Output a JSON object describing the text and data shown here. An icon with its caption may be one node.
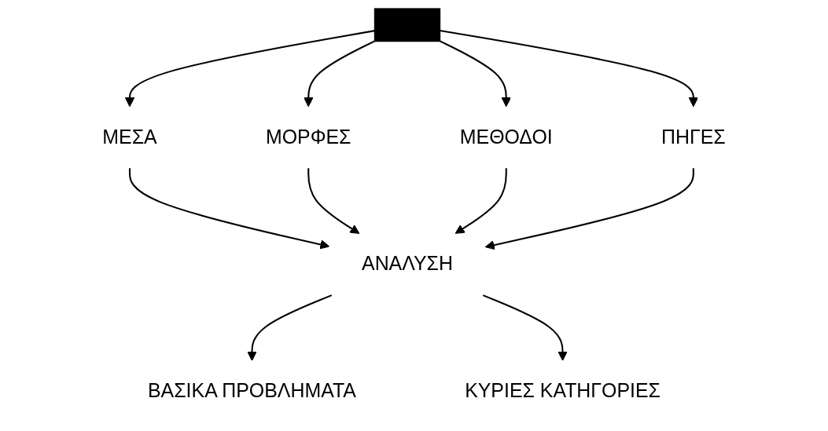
{
  "diagram": {
    "nodes": [
      {
        "text": [],
        "shape": "bar"
      },
      {
        "text": [
          "ΜΕΣΑ"
        ]
      },
      {
        "text": [
          "ΜΟΡΦΕΣ"
        ]
      },
      {
        "text": [
          "ΜΕΘΟΔΟΙ"
        ]
      },
      {
        "text": [
          "ΠΗΓΕΣ"
        ]
      },
      {
        "text": [
          "ΑΝΑΛΥΣΗ"
        ]
      },
      {
        "text": [
          "ΒΑΣΙΚΑ ΠΡΟΒΛΗΜΑΤΑ"
        ]
      },
      {
        "text": [
          "ΚΥΡΙΕΣ ΚΑΤΗΓΟΡΙΕΣ"
        ]
      }
    ],
    "edges": [
      {
        "from": 0,
        "to": 1,
        "arrow": "to"
      },
      {
        "from": 0,
        "to": 2,
        "arrow": "to"
      },
      {
        "from": 0,
        "to": 3,
        "arrow": "to"
      },
      {
        "from": 0,
        "to": 4,
        "arrow": "to"
      },
      {
        "from": 1,
        "to": 5,
        "arrow": "to"
      },
      {
        "from": 2,
        "to": 5,
        "arrow": "to"
      },
      {
        "from": 3,
        "to": 5,
        "arrow": "to"
      },
      {
        "from": 4,
        "to": 5,
        "arrow": "to"
      },
      {
        "from": 5,
        "to": 6,
        "arrow": "to"
      },
      {
        "from": 5,
        "to": 7,
        "arrow": "to"
      }
    ]
  }
}
